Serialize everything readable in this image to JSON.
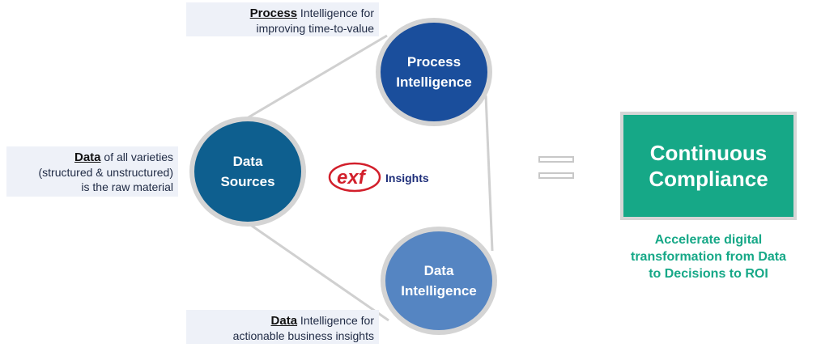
{
  "colors": {
    "data_sources": "#0e5f8f",
    "process_intel": "#1a4e9c",
    "data_intel": "#5585c2",
    "compliance": "#16a887",
    "connector": "#d0d0d0"
  },
  "annotations": {
    "process": {
      "keyword": "Process",
      "rest_line1": " Intelligence for",
      "line2": "improving time-to-value"
    },
    "data_raw": {
      "keyword": "Data",
      "rest_line1": " of all varieties",
      "line2": "(structured & unstructured)",
      "line3": "is the raw material"
    },
    "data_intel": {
      "keyword": "Data",
      "rest_line1": " Intelligence for",
      "line2": "actionable business insights"
    }
  },
  "nodes": {
    "data_sources": {
      "line1": "Data",
      "line2": "Sources"
    },
    "process_intelligence": {
      "line1": "Process",
      "line2": "Intelligence"
    },
    "data_intelligence": {
      "line1": "Data",
      "line2": "Intelligence"
    }
  },
  "logo": {
    "mark": "exf",
    "word": "Insights",
    "icon": "exf-insights-logo"
  },
  "equals_icon": "equals-icon",
  "result": {
    "line1": "Continuous",
    "line2": "Compliance",
    "tagline_line1": "Accelerate digital",
    "tagline_line2": "transformation from Data",
    "tagline_line3": "to Decisions to ROI"
  }
}
